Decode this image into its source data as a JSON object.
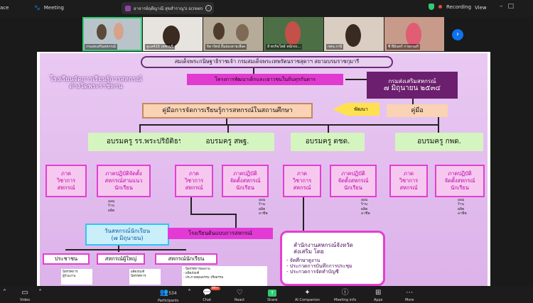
{
  "topbar": {
    "app_fragment": "ace",
    "meeting_label": "Meeting",
    "share_pill": "อาจารย์ฤดีญาณี สุขสำราญ's screen",
    "recording": "Recording",
    "view": "View"
  },
  "participants": [
    {
      "label": "กรมส่งเสริมสหกรณ์"
    },
    {
      "label": "ดูแล415 เพชรบุรี"
    },
    {
      "label": "ธิดารัตน์ ยิ้มย่องสายเลือด"
    },
    {
      "label": "ลี พรกิจโพธ์ หนักจร..."
    },
    {
      "label": "กศน.รานี"
    },
    {
      "label": "ซี ฝีมินทร์ กาลกรอกี"
    }
  ],
  "slide": {
    "top_header": "สมเด็จพระกนิษฐาธิราชเจ้า กรมสมเด็จพระเทพรัตนราชสุดาฯ สยามบรมราชกุมารี",
    "school_line1": "โรงเรียนจัดการเรียนรู้การสหกรณ์",
    "school_line2": "ต่างวัดพระราชทาน",
    "project": "โครงการพัฒนาเด็กและเยาวชนในถิ่นทุรกันดาร",
    "dept_line1": "กรมส่งเสริมสหกรณ์",
    "dept_line2": "๗ มิถุนายน ๒๕๓๔",
    "manual_main": "คู่มือการจัดการเรียนรู้การสหกรณ์ในสถานศึกษา",
    "develop": "พัฒนา",
    "manual_short": "คู่มือ",
    "trainings": [
      "อบรมครู รร.พระปริยัติธรรม",
      "อบรมครู สพฐ.",
      "อบรมครู ตชด.",
      "อบรมครู กพด."
    ],
    "theory": "ภาค\nวิชาการ\nสหกรณ์",
    "practice_1": "ภาคปฏิบัติจัดตั้ง\nสหกรณ์สามแนว\nนักเรียน",
    "practice_2": "ภาคปฏิบัติ\nจัดตั้งสหกรณ์\nนักเรียน",
    "practice_3": "ภาคปฏิบัติ\nจัดตั้งสหกรณ์\nนักเรียน",
    "practice_4": "ภาคปฏิบัติ\nจัดตั้งสหกรณ์\nนักเรียน",
    "mini_1": "ออม\nร้าน\nผลิต",
    "mini_2": "ออม\nร้าน\nผลิต\nอาชีพ",
    "mini_3": "ออม\nร้าน\nผลิต\nอาชีพ",
    "mini_4": "ออม\nร้าน\nผลิต\nอาชีพ",
    "coop_day_line1": "วันสหกรณ์นักเรียน",
    "coop_day_line2": "(๗ มิถุนายน)",
    "coop_shop": "โรงเรียนต้นแบบการสหกรณ์",
    "province_title": "สำนักงานสหกรณ์จังหวัด\nส่งเสริม โดย",
    "province_items": [
      "- จัดศึกษาดูงาน",
      "- ประกวดการบันทึกการประชุม",
      "- ประกวดการจัดทำบัญชี"
    ],
    "leaf_1": "ประชาชน",
    "leaf_2": "สหกรณ์ผู้ใหญ่",
    "leaf_3": "สหกรณ์นักเรียน",
    "extra_1": "นิทรรศการ\nผู้ร่วมงาน",
    "extra_2": "ผลิตภัณฑ์\nนิทรรศการ",
    "extra_3": "- นิทรรศการผลงาน\n- ผลิตภัณฑ์\n- ประกวดคุณธรรม จริยธรรม"
  },
  "toolbar": {
    "video": "Video",
    "participants_count": "534",
    "participants": "Participants",
    "chat": "Chat",
    "chat_badge": "99+",
    "react": "React",
    "share": "Share",
    "ai": "AI Companion",
    "info": "Meeting info",
    "apps": "Apps",
    "more": "More"
  },
  "colors": {
    "accent_green": "#2ecc71",
    "accent_blue": "#0e72ed",
    "slide_bg": "#dcb2ea",
    "magenta": "#e43fd0"
  }
}
